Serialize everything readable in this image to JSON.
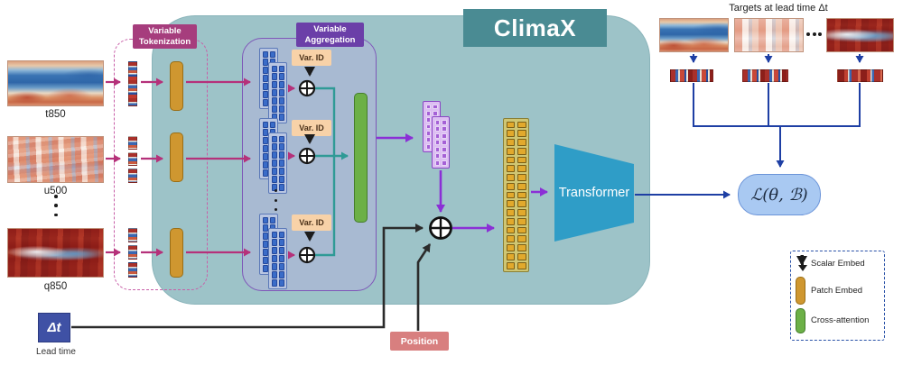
{
  "title": "ClimaX",
  "tokenization": {
    "line1": "Variable",
    "line2": "Tokenization"
  },
  "aggregation": {
    "line1": "Variable",
    "line2": "Aggregation",
    "var_id": "Var. ID"
  },
  "inputs": [
    {
      "label": "t850"
    },
    {
      "label": "u500"
    },
    {
      "label": "q850"
    }
  ],
  "lead_time": {
    "symbol": "Δt",
    "caption": "Lead time"
  },
  "position_label": "Position",
  "transformer_label": "Transformer",
  "loss_formula": "ℒ(θ, ℬ)",
  "targets_title": "Targets at lead time Δt",
  "legend": {
    "items": [
      {
        "icon": "scalar-embed-arrow",
        "label": "Scalar Embed"
      },
      {
        "icon": "patch-embed-bar",
        "label": "Patch Embed"
      },
      {
        "icon": "cross-attention-bar",
        "label": "Cross-attention"
      }
    ]
  },
  "colors": {
    "canvas_teal": "#9dc3c8",
    "climax_header_teal": "#4a8b93",
    "tokenization_magenta": "#a63d7d",
    "aggregation_purple": "#6b3fa8",
    "aggregation_panel": "#a8bad2",
    "var_id_peach": "#f8d2a8",
    "patch_embed_orange": "#cf9730",
    "cross_attention_green": "#6cb047",
    "blue_token": "#3a6cc8",
    "purple_token": "#a560d6",
    "yellow_token": "#e2a92c",
    "transformer_blue": "#2f9dc7",
    "loss_fill": "#a9c9f2",
    "position_salmon": "#d87f7f",
    "lead_time_indigo": "#3f51a5",
    "arrow_magenta": "#b5317a",
    "arrow_purple": "#8b2fd6",
    "arrow_teal": "#2f9a96",
    "arrow_black": "#2b2b2b",
    "arrow_navy": "#1e3fa4"
  }
}
